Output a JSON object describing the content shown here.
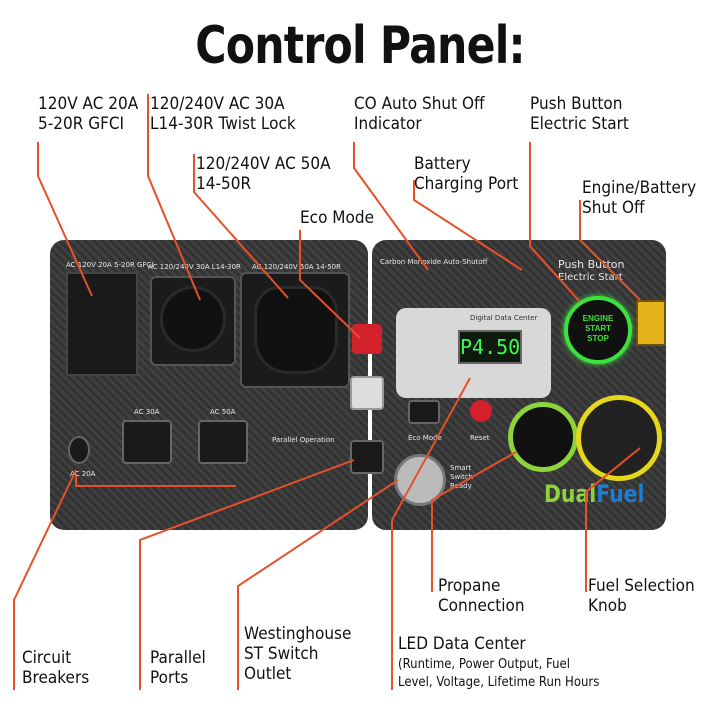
{
  "title": "Control Panel:",
  "callouts": {
    "gfci": [
      "120V AC 20A",
      "5-20R GFCI"
    ],
    "twistlock": [
      "120/240V AC 30A",
      "L14-30R Twist Lock"
    ],
    "fifty_amp": [
      "120/240V AC 50A",
      "14-50R"
    ],
    "eco": [
      "Eco Mode"
    ],
    "co": [
      "CO Auto Shut Off",
      "Indicator"
    ],
    "battery": [
      "Battery",
      "Charging Port"
    ],
    "push": [
      "Push Button",
      "Electric Start"
    ],
    "shutoff": [
      "Engine/Battery",
      "Shut Off"
    ],
    "propane": [
      "Propane",
      "Connection"
    ],
    "fuelknob": [
      "Fuel Selection",
      "Knob"
    ],
    "breakers": [
      "Circuit",
      "Breakers"
    ],
    "parallel": [
      "Parallel",
      "Ports"
    ],
    "st_switch": [
      "Westinghouse",
      "ST Switch",
      "Outlet"
    ],
    "led": [
      "LED Data Center"
    ],
    "led_detail": [
      "(Runtime, Power Output, Fuel",
      "Level, Voltage, Lifetime Run Hours"
    ]
  },
  "panel": {
    "gfci_label": "AC 120V 20A 5-20R GFCI",
    "twist_label": "AC 120/240V 30A L14-30R",
    "fifty_label": "AC 120/240V 50A 14-50R",
    "co_label": "Carbon Monoxide Auto-Shutoff",
    "push_label": "Push Button",
    "push_sub": "Electric Start",
    "start_text": [
      "ENGINE",
      "START",
      "STOP"
    ],
    "lcd_value": "P4.50",
    "data_center": "Digital Data Center",
    "breaker_30": "AC 30A",
    "breaker_50": "AC 50A",
    "breaker_20": "AC 20A",
    "parallel_op": "Parallel Operation",
    "eco_mode": "Eco Mode",
    "reset": "Reset",
    "smart_switch": [
      "Smart",
      "Switch",
      "Ready"
    ],
    "dual": "Dual",
    "fuel": "Fuel"
  },
  "colors": {
    "leader": "#e8502a",
    "panel": "#3a3a3a",
    "start_green": "#3de03d",
    "dual": "#8cd43a",
    "fuel_blue": "#1a7fd4"
  }
}
